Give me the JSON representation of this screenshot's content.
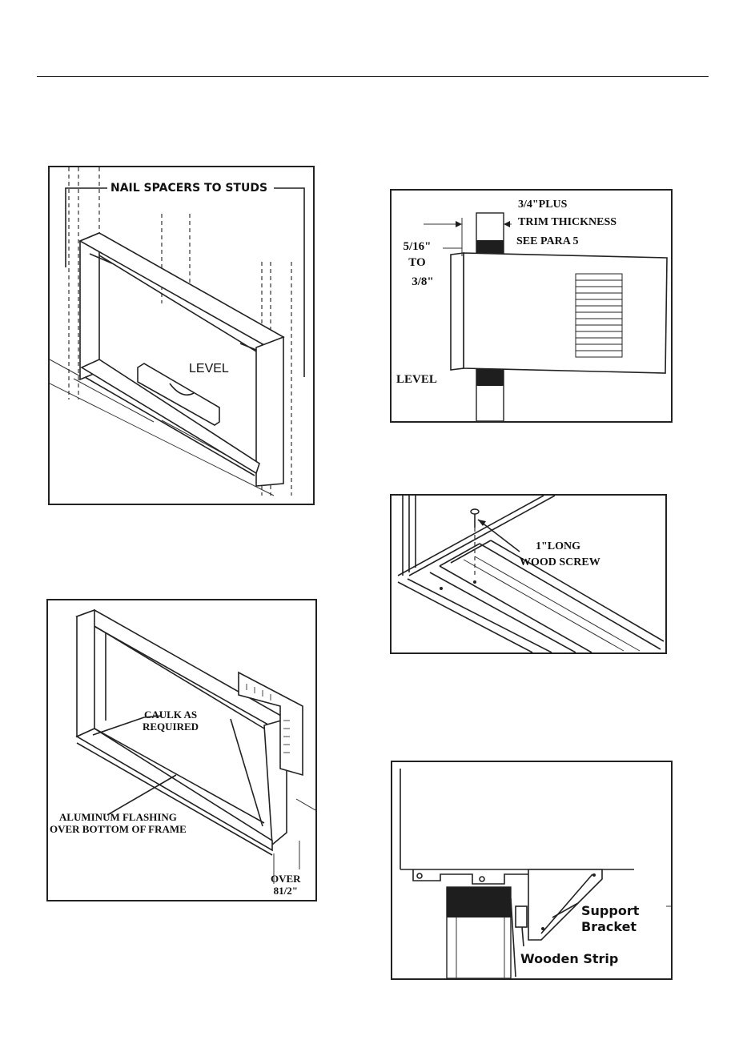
{
  "figures": {
    "spacers": {
      "label_nail": "NAIL SPACERS TO STUDS",
      "label_level": "LEVEL"
    },
    "flashing": {
      "label_caulk_1": "CAULK AS",
      "label_caulk_2": "REQUIRED",
      "label_flash_1": "ALUMINUM FLASHING",
      "label_flash_2": "OVER BOTTOM OF FRAME",
      "label_over_1": "OVER",
      "label_over_2": "81/2\""
    },
    "tilt": {
      "label_plus_1": "3/4\"PLUS",
      "label_plus_2": "TRIM THICKNESS",
      "label_para": "SEE PARA 5",
      "label_gap_1": "5/16\"",
      "label_gap_2": "TO",
      "label_gap_3": "3/8\"",
      "label_level": "LEVEL"
    },
    "screw": {
      "label_1": "1\"LONG",
      "label_2": "WOOD  SCREW"
    },
    "bracket": {
      "label_support_1": "Support",
      "label_support_2": "Bracket",
      "label_strip": "Wooden Strip"
    }
  }
}
